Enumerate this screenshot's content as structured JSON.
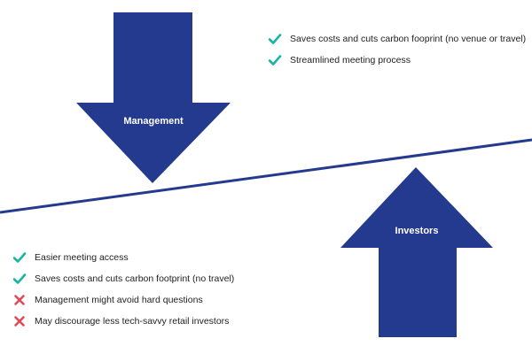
{
  "colors": {
    "arrow": "#233a8f",
    "divider": "#233a8f",
    "check": "#19b4a4",
    "cross": "#e04a5a"
  },
  "management": {
    "label": "Management",
    "items": [
      {
        "icon": "check-icon",
        "text": "Saves costs and cuts carbon fooprint (no venue or travel)"
      },
      {
        "icon": "check-icon",
        "text": "Streamlined meeting process"
      }
    ]
  },
  "investors": {
    "label": "Investors",
    "items": [
      {
        "icon": "check-icon",
        "text": "Easier meeting access"
      },
      {
        "icon": "check-icon",
        "text": "Saves costs and cuts carbon footprint (no travel)"
      },
      {
        "icon": "cross-icon",
        "text": "Management might avoid hard questions"
      },
      {
        "icon": "cross-icon",
        "text": "May discourage less tech-savvy retail investors"
      }
    ]
  }
}
